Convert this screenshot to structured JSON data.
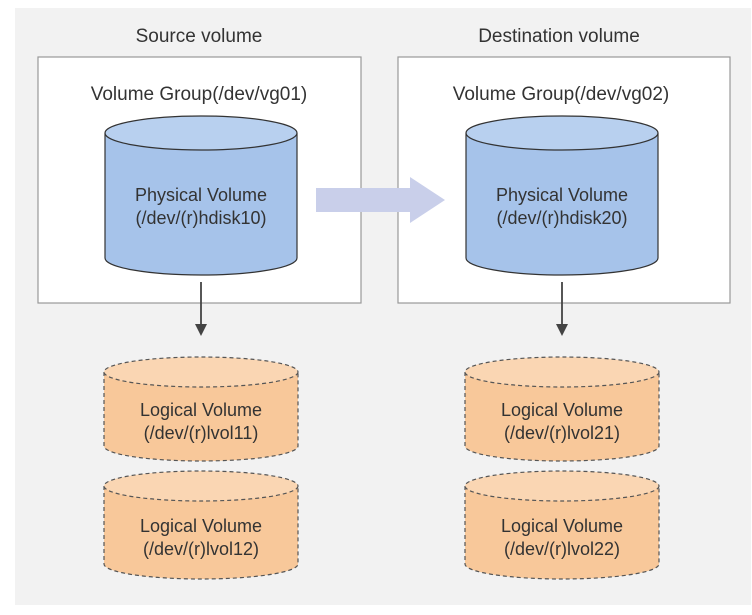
{
  "source": {
    "heading": "Source volume",
    "group": "Volume Group(/dev/vg01)",
    "physical": {
      "line1": "Physical Volume",
      "line2": "(/dev/(r)hdisk10)"
    },
    "logical": [
      {
        "line1": "Logical Volume",
        "line2": "(/dev/(r)lvol11)"
      },
      {
        "line1": "Logical Volume",
        "line2": "(/dev/(r)lvol12)"
      }
    ]
  },
  "destination": {
    "heading": "Destination volume",
    "group": "Volume Group(/dev/vg02)",
    "physical": {
      "line1": "Physical Volume",
      "line2": "(/dev/(r)hdisk20)"
    },
    "logical": [
      {
        "line1": "Logical Volume",
        "line2": "(/dev/(r)lvol21)"
      },
      {
        "line1": "Logical Volume",
        "line2": "(/dev/(r)lvol22)"
      }
    ]
  },
  "colors": {
    "panel_bg": "#f2f2f2",
    "box_border": "#999999",
    "physical_fill": "#a6c3ea",
    "physical_top": "#b8d0ef",
    "logical_fill": "#f8c89a",
    "logical_top": "#fad6b3",
    "arrow_fill": "#c9cfea",
    "text": "#333333"
  }
}
